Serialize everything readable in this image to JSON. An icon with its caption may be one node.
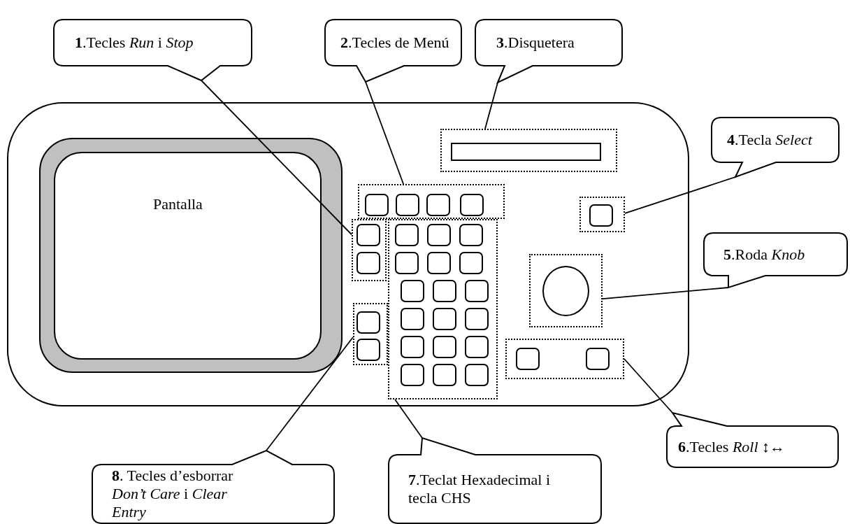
{
  "diagram": {
    "nodes": [
      {
        "text": [
          "**1**.Tecles *Run* i *Stop*"
        ]
      },
      {
        "text": [
          "**2**.Tecles de Menú"
        ]
      },
      {
        "text": [
          "**3**.Disquetera"
        ]
      },
      {
        "text": [],
        "shape": "box"
      },
      {
        "text": [],
        "shape": "box",
        "in": 3
      },
      {
        "text": [
          "**4**.Tecla *Select*"
        ]
      },
      {
        "text": [
          "Pantalla"
        ],
        "in": 3
      },
      {
        "text": [],
        "shape": "box",
        "in": 3
      },
      {
        "text": [],
        "shape": "box",
        "in": 3
      },
      {
        "text": [],
        "shape": "box",
        "in": 3
      },
      {
        "text": [
          "**5**.Roda *Knob*"
        ]
      },
      {
        "text": [],
        "shape": "box",
        "in": 3
      },
      {
        "text": [],
        "shape": "box",
        "in": 3
      },
      {
        "text": [],
        "shape": "box",
        "in": 3
      },
      {
        "text": [],
        "shape": "box",
        "in": 3
      },
      {
        "text": [
          "**6**.Tecles *Roll* ↕↔"
        ]
      },
      {
        "text": [
          "**8**. Tecles d’esborrar *Don’t Care* i *Clear Entry*"
        ]
      },
      {
        "text": [
          "**7**.Teclat Hexadecimal i tecla CHS"
        ]
      },
      {
        "text": [],
        "shape": "box",
        "in": 4
      }
    ],
    "edges": [
      {
        "from": 0,
        "to": 9,
        "arrow": "none"
      },
      {
        "from": 1,
        "to": 7,
        "arrow": "none"
      },
      {
        "from": 2,
        "to": 4,
        "arrow": "none"
      },
      {
        "from": 5,
        "to": 8,
        "arrow": "none"
      },
      {
        "from": 10,
        "to": 12,
        "arrow": "none"
      },
      {
        "from": 15,
        "to": 14,
        "arrow": "none"
      },
      {
        "from": 17,
        "to": 11,
        "arrow": "none"
      },
      {
        "from": 16,
        "to": 13,
        "arrow": "none"
      }
    ]
  }
}
